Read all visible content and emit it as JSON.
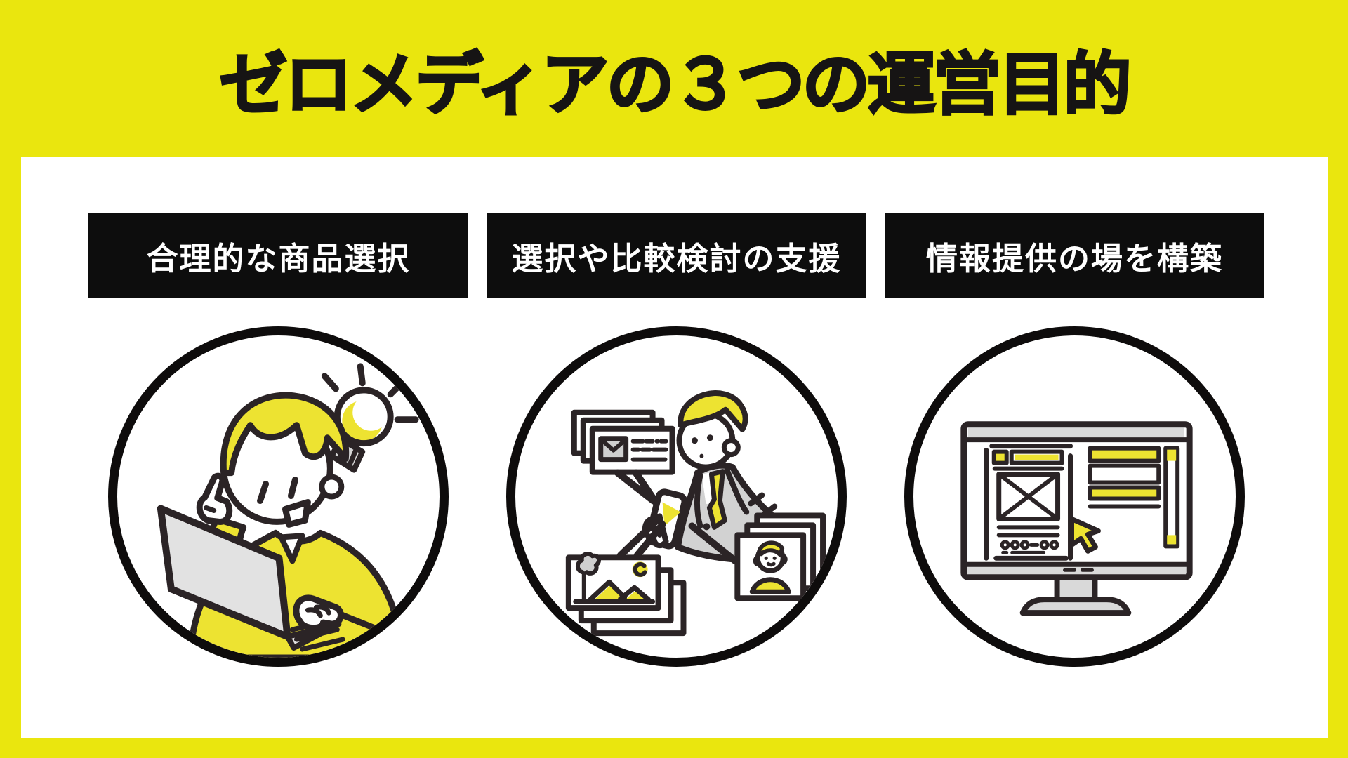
{
  "title": "ゼロメディアの３つの運営目的",
  "colors": {
    "background": "#EAE60E",
    "card": "#FFFFFF",
    "label_bar": "#0D0D0D",
    "label_text": "#FFFFFF",
    "title_text": "#161414",
    "line_art_ink": "#2B2426",
    "accent_yellow": "#EDE331",
    "art_gray": "#D6D6D6"
  },
  "sections": [
    {
      "label": "合理的な商品選択",
      "illustration": "person-with-idea-at-laptop-icon",
      "illustration_elements": [
        "lightbulb-icon",
        "pointing-finger",
        "laptop",
        "person-in-yellow-sweater"
      ]
    },
    {
      "label": "選択や比較検討の支援",
      "illustration": "person-comparing-media-cards-icon",
      "illustration_elements": [
        "mail-card-stack",
        "smartphone-in-hand",
        "photo-card-stack",
        "profile-card-stack",
        "person-in-gray-suit"
      ]
    },
    {
      "label": "情報提供の場を構築",
      "illustration": "website-wireframe-on-monitor-icon",
      "illustration_elements": [
        "desktop-monitor",
        "webpage-wireframe",
        "scrollbar",
        "cursor-arrow-icon"
      ]
    }
  ]
}
